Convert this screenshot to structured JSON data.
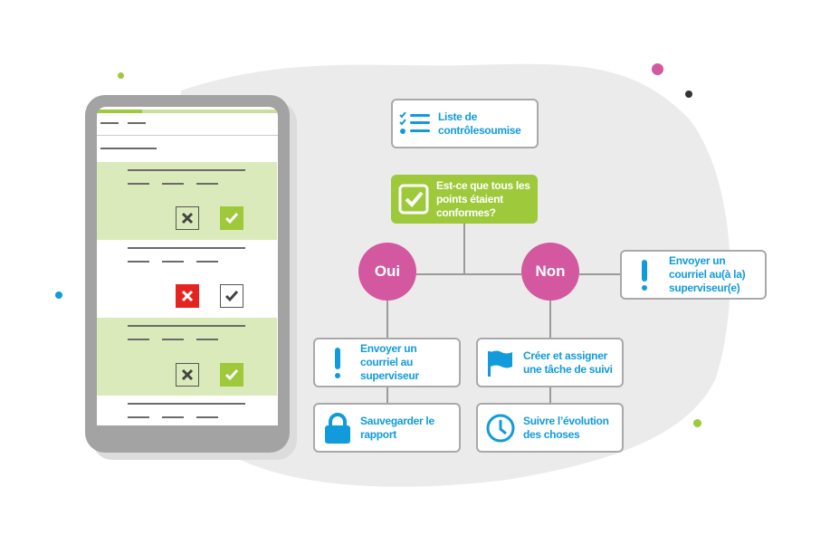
{
  "colors": {
    "blue": "#129bdb",
    "green": "#9dc93b",
    "pink": "#d3589f",
    "red": "#e52421"
  },
  "flow": {
    "submitted": "Liste de contrôlesoumise",
    "question": "Est-ce que tous les points étaient conformes?",
    "yes": "Oui",
    "no": "Non",
    "no_email": "Envoyer un courriel au(à la) superviseur(e)",
    "yes_email": "Envoyer un courriel au superviseur",
    "yes_save": "Sauvegarder le rapport",
    "no_task": "Créer et assigner une tâche de suivi",
    "no_track": "Suivre l’évolution des choses"
  }
}
